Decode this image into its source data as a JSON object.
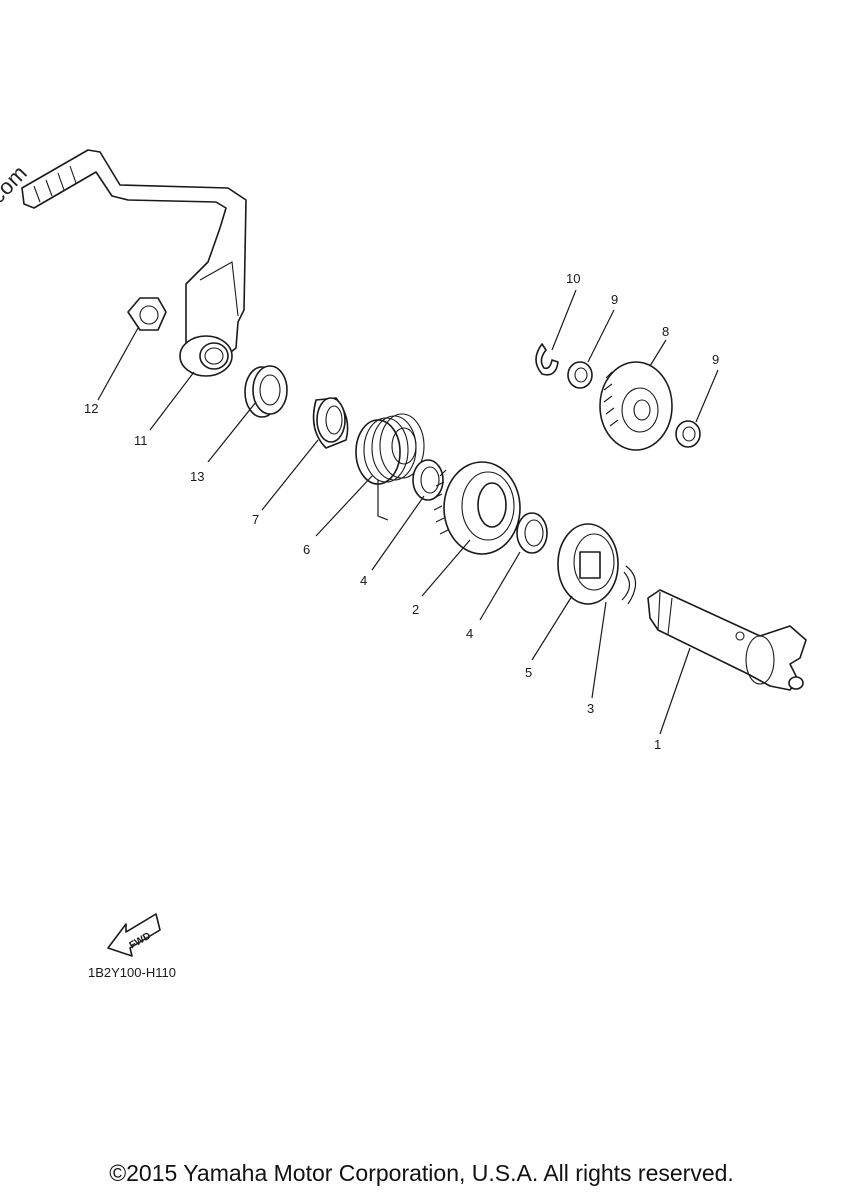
{
  "watermark": "© Partzilla.com",
  "callouts": [
    {
      "id": "c1",
      "label": "1"
    },
    {
      "id": "c2",
      "label": "2"
    },
    {
      "id": "c3",
      "label": "3"
    },
    {
      "id": "c4a",
      "label": "4"
    },
    {
      "id": "c4b",
      "label": "4"
    },
    {
      "id": "c5",
      "label": "5"
    },
    {
      "id": "c6",
      "label": "6"
    },
    {
      "id": "c7",
      "label": "7"
    },
    {
      "id": "c8",
      "label": "8"
    },
    {
      "id": "c9a",
      "label": "9"
    },
    {
      "id": "c9b",
      "label": "9"
    },
    {
      "id": "c10",
      "label": "10"
    },
    {
      "id": "c11",
      "label": "11"
    },
    {
      "id": "c12",
      "label": "12"
    },
    {
      "id": "c13",
      "label": "13"
    }
  ],
  "fwd_label": "FWD",
  "diagram_code": "1B2Y100-H110",
  "copyright": "©2015 Yamaha Motor Corporation, U.S.A. All rights reserved."
}
